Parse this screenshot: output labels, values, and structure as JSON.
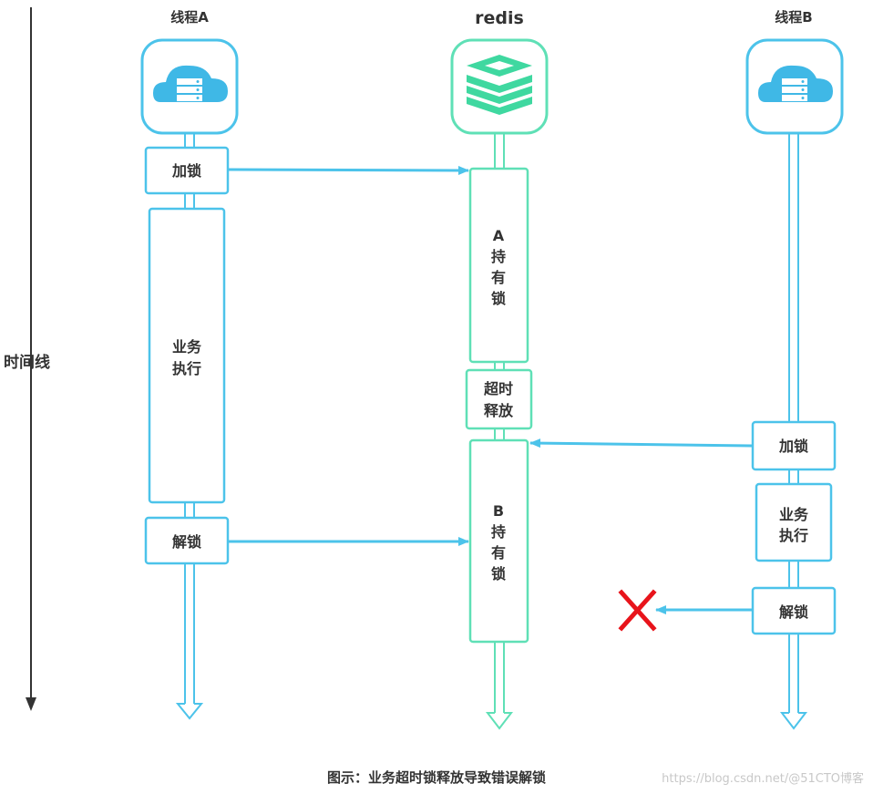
{
  "timeline_label": "时间线",
  "participants": {
    "thread_a": {
      "title": "线程A",
      "icon": "cloud-server-icon"
    },
    "redis": {
      "title": "redis",
      "icon": "redis-icon"
    },
    "thread_b": {
      "title": "线程B",
      "icon": "cloud-server-icon"
    }
  },
  "thread_a_steps": {
    "lock": "加锁",
    "exec": [
      "业务",
      "执行"
    ],
    "unlock": "解锁"
  },
  "redis_states": {
    "a_holds": [
      "A",
      "持",
      "有",
      "锁"
    ],
    "timeout": [
      "超时",
      "释放"
    ],
    "b_holds": [
      "B",
      "持",
      "有",
      "锁"
    ]
  },
  "thread_b_steps": {
    "lock": "加锁",
    "exec": [
      "业务",
      "执行"
    ],
    "unlock": "解锁"
  },
  "error_mark": "x-icon",
  "caption": "图示：业务超时锁释放导致错误解锁",
  "watermark": "https://blog.csdn.net/@51CTO博客",
  "colors": {
    "blue": "#4cc3ea",
    "green": "#5fe0b6",
    "red": "#e8141b",
    "text": "#333333"
  }
}
